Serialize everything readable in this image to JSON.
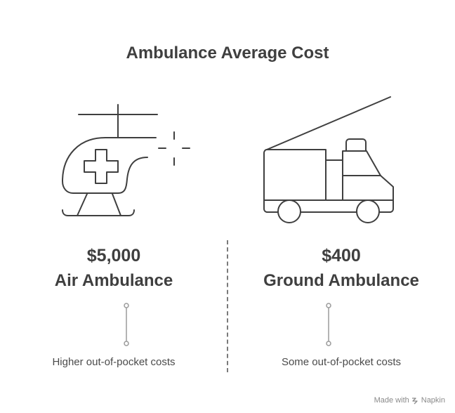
{
  "title": "Ambulance Average Cost",
  "columns": [
    {
      "price": "$5,000",
      "label": "Air Ambulance",
      "description": "Higher out-of-pocket costs",
      "icon": "helicopter-icon"
    },
    {
      "price": "$400",
      "label": "Ground Ambulance",
      "description": "Some out-of-pocket costs",
      "icon": "ambulance-truck-icon"
    }
  ],
  "watermark": {
    "prefix": "Made with",
    "brand": "Napkin"
  },
  "colors": {
    "stroke": "#3f3f3f",
    "connector": "#9a9a9a",
    "text": "#3f3f3f"
  }
}
